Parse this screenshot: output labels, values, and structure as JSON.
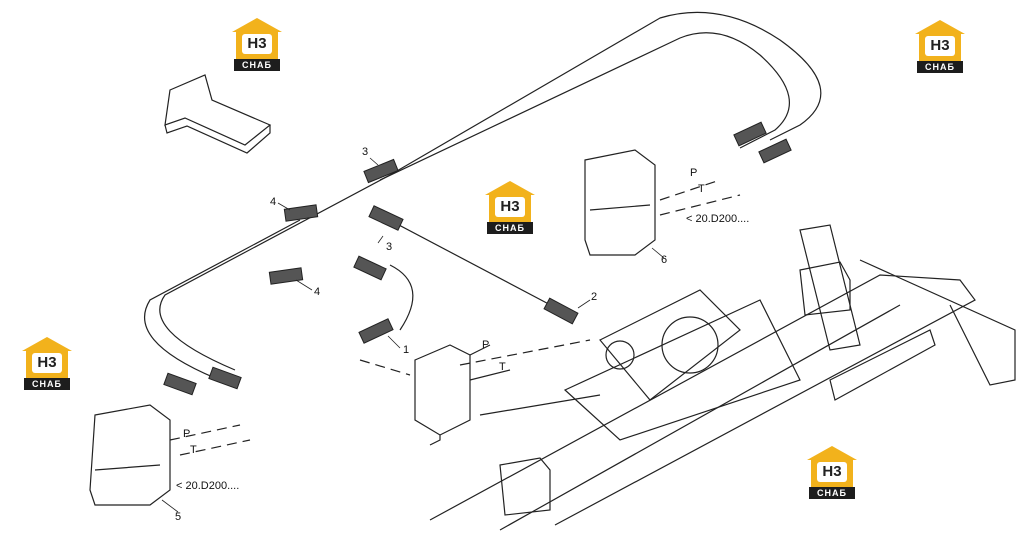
{
  "labels": {
    "hose_1": "1",
    "hose_2": "2",
    "fitting_3a": "3",
    "fitting_3b": "3",
    "hose_4a": "4",
    "hose_4b": "4",
    "valve_5": "5",
    "valve_6": "6",
    "port_p_left": "P",
    "port_t_left": "T",
    "port_p_right": "P",
    "port_t_right": "T",
    "port_p_center": "P",
    "port_t_center": "T",
    "ref_left": "< 20.D200....",
    "ref_right": "< 20.D200...."
  },
  "logo": {
    "mark": "H3",
    "plate": "СНАБ",
    "colors": {
      "roof": "#f2b21c",
      "plate": "#1d1d1d"
    }
  },
  "colors": {
    "line": "#222222",
    "background": "#ffffff"
  }
}
